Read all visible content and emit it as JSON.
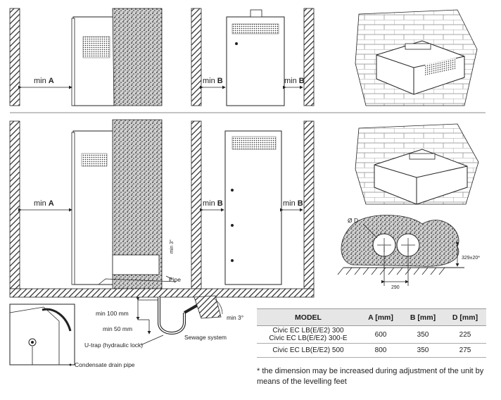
{
  "labels": {
    "min_prefix": "min",
    "a": "A",
    "b": "B",
    "pipe": "Pipe",
    "min_100": "min 100 mm",
    "min_50": "min 50 mm",
    "u_trap": "U-trap (hydraulic lock)",
    "sewage": "Sewage system",
    "min_3_deg": "min 3°",
    "condensate": "Condensate drain pipe",
    "diameter": "Ø D",
    "dim_290": "290",
    "dim_329": "329±20*"
  },
  "table": {
    "headers": [
      "MODEL",
      "A [mm]",
      "B [mm]",
      "D [mm]"
    ],
    "rows": [
      {
        "models": [
          "Civic EC LB(E/E2) 300",
          "Civic EC LB(E/E2) 300-E"
        ],
        "a": "600",
        "b": "350",
        "d": "225"
      },
      {
        "models": [
          "Civic EC LB(E/E2) 500"
        ],
        "a": "800",
        "b": "350",
        "d": "275"
      }
    ]
  },
  "footnote": "* the dimension may be increased during adjustment of the unit by means of the levelling feet"
}
